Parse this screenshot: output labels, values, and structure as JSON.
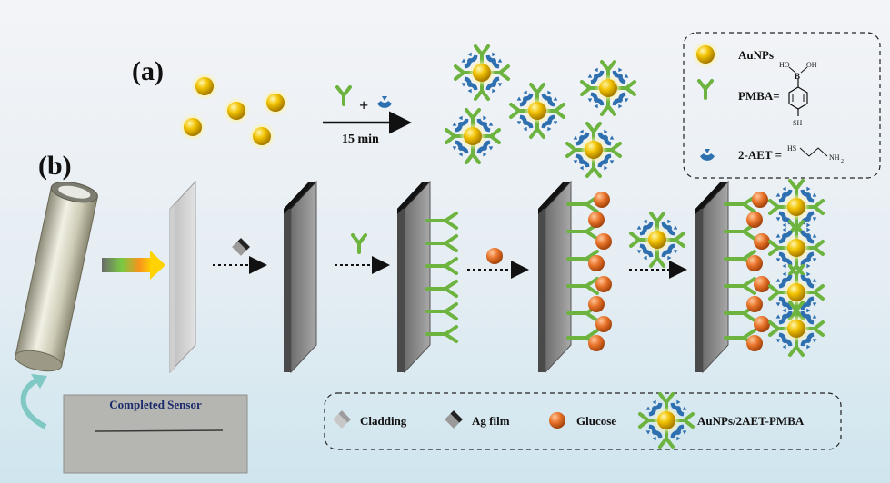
{
  "panel_a_label": "(a)",
  "panel_b_label": "(b)",
  "reaction": {
    "plus": "+",
    "time": "15 min"
  },
  "legend_top": {
    "aunps": "AuNPs",
    "pmba": "PMBA=",
    "aet": "2-AET =",
    "chem_boron": "B",
    "chem_ho": "HO",
    "chem_oh": "OH",
    "chem_sh": "SH",
    "chem_hs": "HS",
    "chem_nh2": "NH",
    "chem_nh2_sub": "2"
  },
  "photo_caption": "Completed Sensor",
  "legend_bottom": {
    "cladding": "Cladding",
    "ag_film": "Ag film",
    "glucose": "Glucose",
    "conjugate": "AuNPs/2AET-PMBA"
  },
  "colors": {
    "gold": "#f2c200",
    "glucose": "#e8732a",
    "pmba_green": "#6db33f",
    "aet_blue": "#2e6fb0",
    "ag_film": "#222222"
  }
}
